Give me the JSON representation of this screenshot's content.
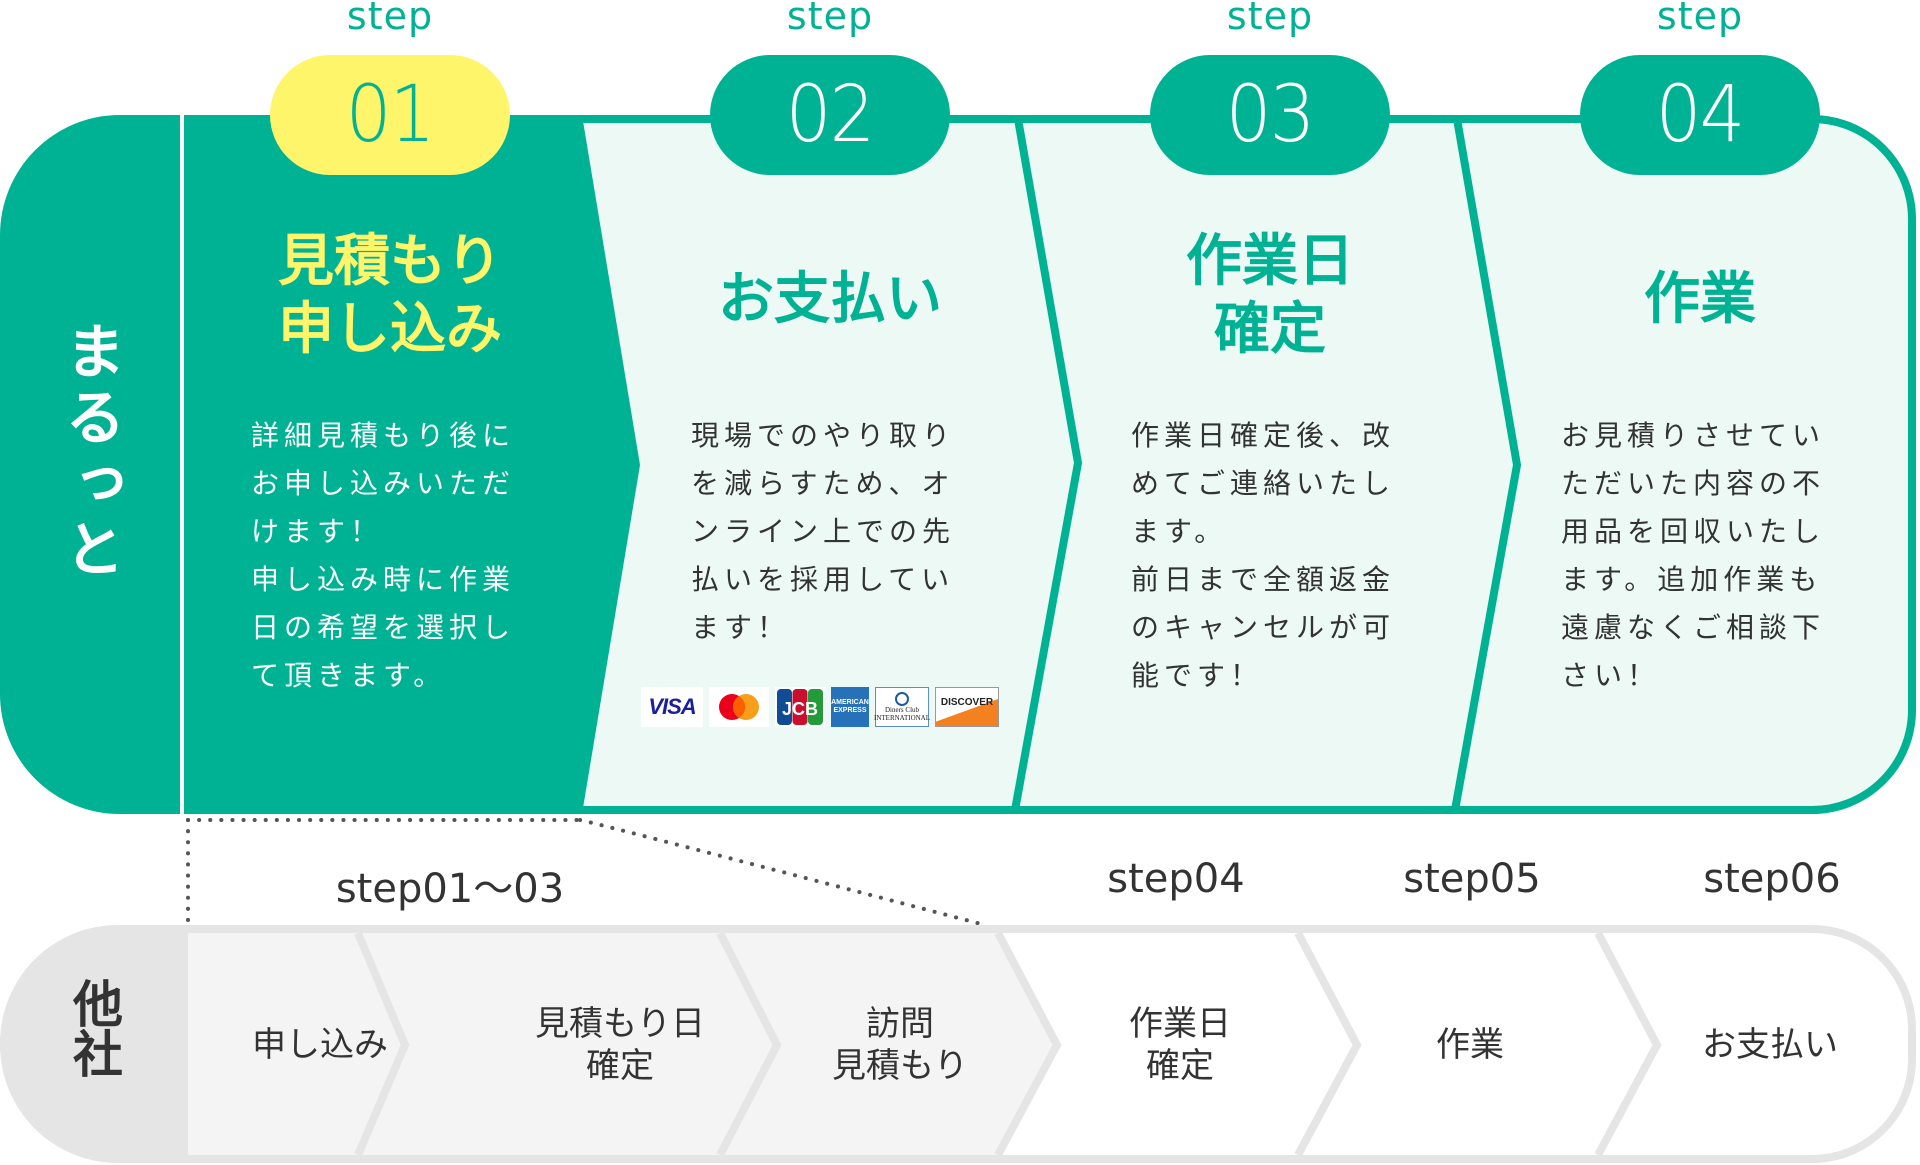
{
  "colors": {
    "brand_green": "#00b294",
    "highlight_yellow": "#fff56b",
    "mint_bg": "#ecf9f4",
    "gray_border": "#e5e5e5",
    "gray_fill": "#f4f4f4",
    "text_dark": "#333333"
  },
  "ours": {
    "label": "まるっと",
    "steps": [
      {
        "step_word": "step",
        "number": "01",
        "title_lines": [
          "見積もり",
          "申し込み"
        ],
        "desc_lines": [
          "詳細見積もり後に",
          "お申し込みいただ",
          "けます！",
          "申し込み時に作業",
          "日の希望を選択し",
          "て頂きます。"
        ],
        "active": true
      },
      {
        "step_word": "step",
        "number": "02",
        "title_lines": [
          "お支払い"
        ],
        "desc_lines": [
          "現場でのやり取り",
          "を減らすため、オ",
          "ンライン上での先",
          "払いを採用してい",
          "ます！"
        ],
        "payment_cards": [
          "VISA",
          "Mastercard",
          "JCB",
          "AMERICAN EXPRESS",
          "Diners Club INTERNATIONAL",
          "DISCOVER"
        ]
      },
      {
        "step_word": "step",
        "number": "03",
        "title_lines": [
          "作業日",
          "確定"
        ],
        "desc_lines": [
          "作業日確定後、改",
          "めてご連絡いたし",
          "ます。",
          "前日まで全額返金",
          "のキャンセルが可",
          "能です！"
        ]
      },
      {
        "step_word": "step",
        "number": "04",
        "title_lines": [
          "作業"
        ],
        "desc_lines": [
          "お見積りさせてい",
          "ただいた内容の不",
          "用品を回収いたし",
          "ます。追加作業も",
          "遠慮なくご相談下",
          "さい！"
        ]
      }
    ]
  },
  "others": {
    "label": "他社",
    "step_labels": [
      "step01〜03",
      "step04",
      "step05",
      "step06"
    ],
    "steps": [
      {
        "lines": [
          "申し込み"
        ]
      },
      {
        "lines": [
          "見積もり日",
          "確定"
        ]
      },
      {
        "lines": [
          "訪問",
          "見積もり"
        ]
      },
      {
        "lines": [
          "作業日",
          "確定"
        ]
      },
      {
        "lines": [
          "作業"
        ]
      },
      {
        "lines": [
          "お支払い"
        ]
      }
    ]
  }
}
